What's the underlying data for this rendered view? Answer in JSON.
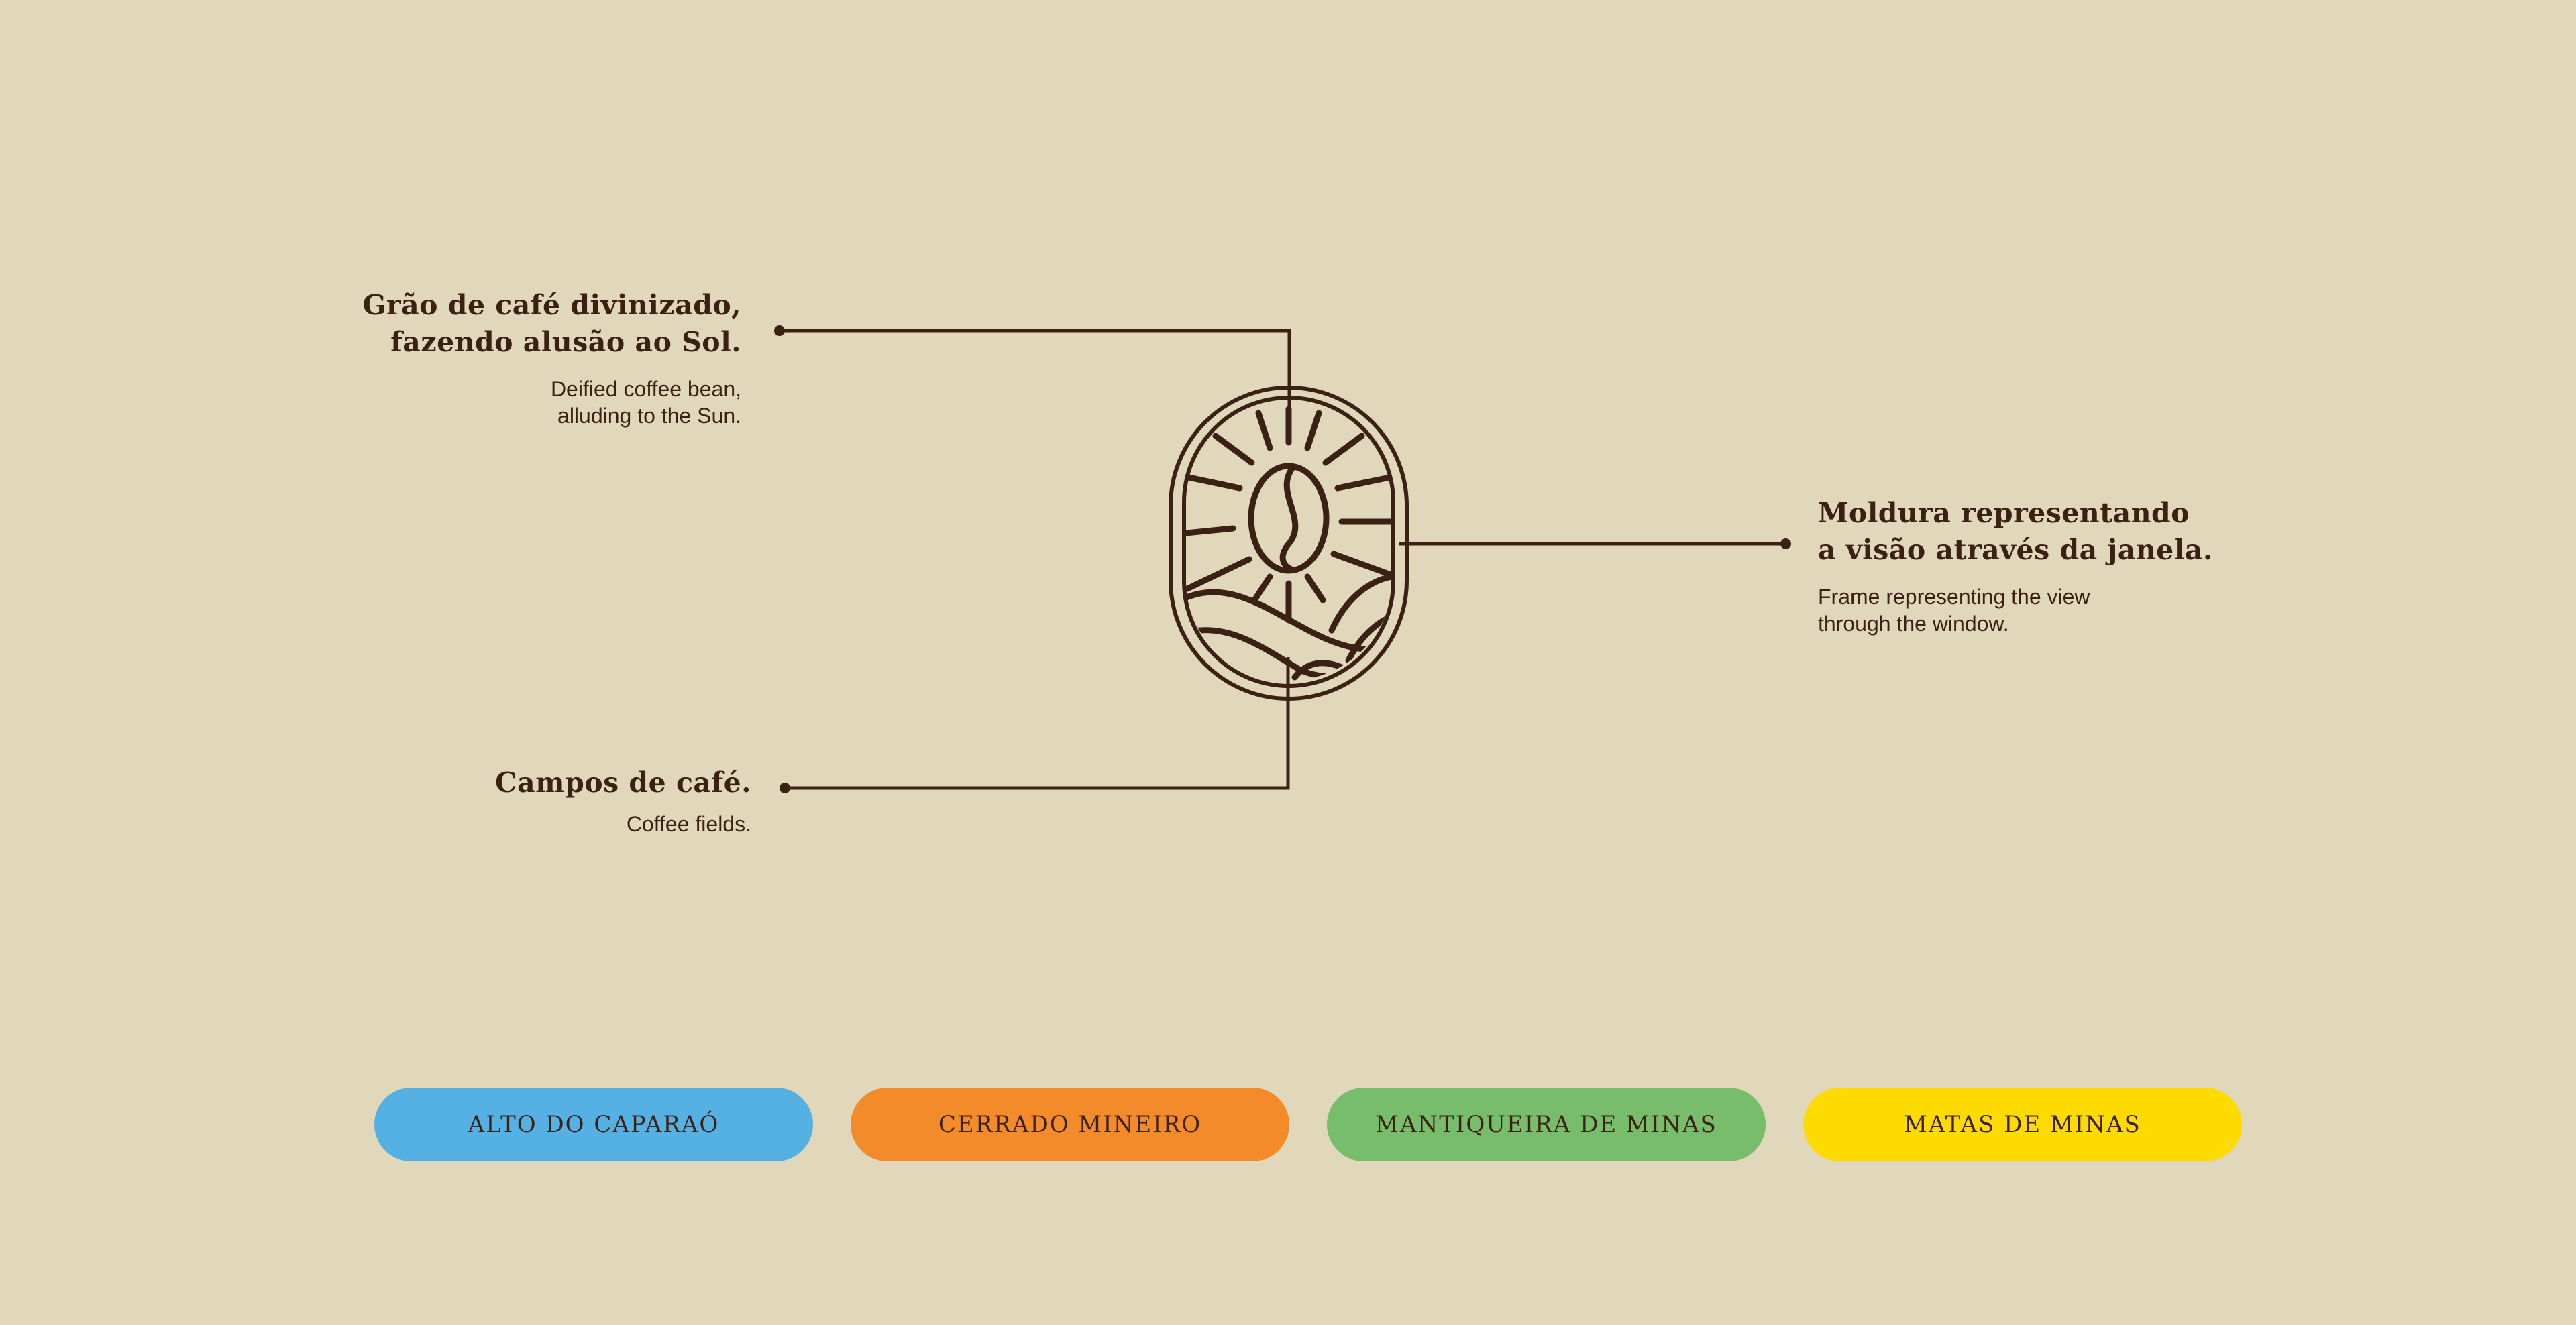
{
  "annotations": {
    "sun": {
      "title": "Grão de café divinizado,\nfazendo alusão ao Sol.",
      "subtitle": "Deified coffee bean,\nalluding to the Sun."
    },
    "fields": {
      "title": "Campos de café.",
      "subtitle": "Coffee fields."
    },
    "frame": {
      "title": "Moldura representando\na visão através da janela.",
      "subtitle": "Frame representing the view\nthrough the window."
    }
  },
  "regions": [
    {
      "label": "ALTO DO CAPARAÓ",
      "color": "#55b1e3"
    },
    {
      "label": "CERRADO MINEIRO",
      "color": "#f38b2b"
    },
    {
      "label": "MANTIQUEIRA DE MINAS",
      "color": "#78bd6b"
    },
    {
      "label": "MATAS DE MINAS",
      "color": "#fedb00"
    }
  ],
  "colors": {
    "background": "#e1d7bb",
    "ink": "#3b2014"
  },
  "logo_icon": "coffee-bean-sun-window-emblem"
}
